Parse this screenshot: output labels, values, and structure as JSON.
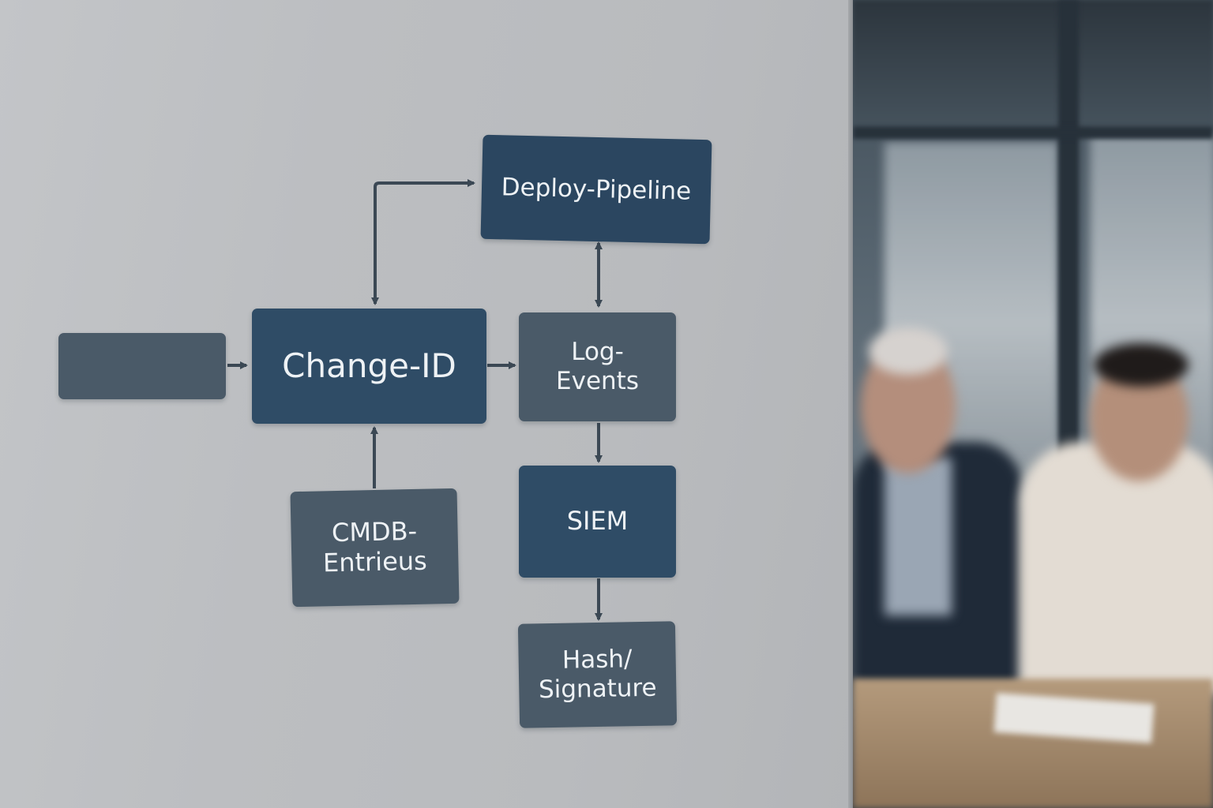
{
  "nodes": {
    "blank": "",
    "change_id": "Change-ID",
    "deploy_pipeline": "Deploy-Pipeline",
    "log_events": "Log-\nEvents",
    "cmdb_entries": "CMDB-\nEntrieus",
    "siem": "SIEM",
    "hash_signature": "Hash/\nSignature"
  },
  "colors": {
    "node_blue": "#2f4c66",
    "node_slate": "#4a5a68",
    "arrow": "#3b4854"
  }
}
